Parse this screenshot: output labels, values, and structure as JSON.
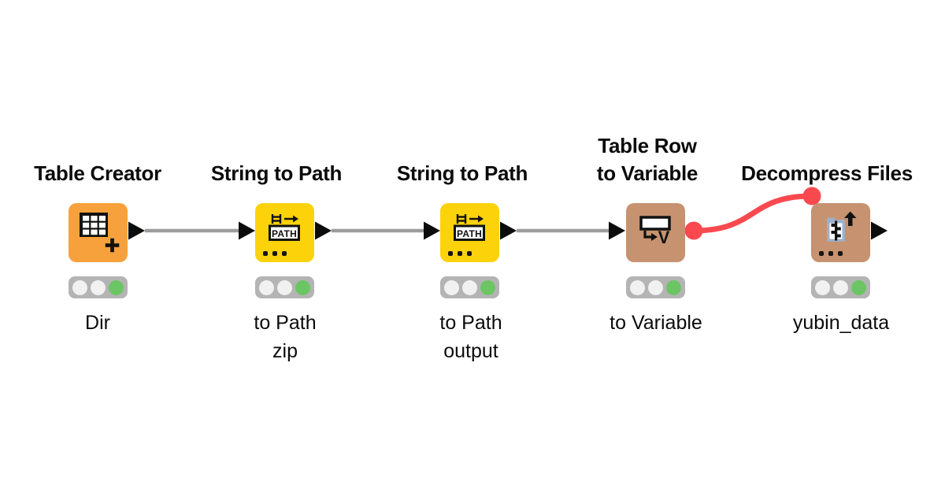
{
  "app": {
    "name": "KNIME workflow",
    "background": "#FFFFFF"
  },
  "colors": {
    "source_node": "#F7A13C",
    "manipulator_node": "#FCD20A",
    "tan_node": "#C6926F",
    "data_connection_line": "#9C9C9C",
    "port_triangle": "#0C0C0C",
    "flow_variable_connection": "#F9494F",
    "status_executed_green": "#6CC564",
    "status_idle_light": "#F1F1F1",
    "traffic_light_background": "#B4B4B4",
    "text": "#0B0B0B"
  },
  "nodes": [
    {
      "title_lines": [
        "Table Creator"
      ],
      "label_lines": [
        "Dir"
      ],
      "status": "executed"
    },
    {
      "title_lines": [
        "String to Path"
      ],
      "label_lines": [
        "to Path",
        "zip"
      ],
      "icon_text": "PATH",
      "status": "executed"
    },
    {
      "title_lines": [
        "String to Path"
      ],
      "label_lines": [
        "to Path",
        "output"
      ],
      "icon_text": "PATH",
      "status": "executed"
    },
    {
      "title_lines": [
        "Table Row",
        "to Variable"
      ],
      "label_lines": [
        "to Variable"
      ],
      "icon_text": "V",
      "status": "executed"
    },
    {
      "title_lines": [
        "Decompress Files"
      ],
      "label_lines": [
        "yubin_data"
      ],
      "status": "executed"
    }
  ],
  "connections": [
    {
      "from": "Table Creator",
      "to": "String to Path (zip)",
      "type": "data"
    },
    {
      "from": "String to Path (zip)",
      "to": "String to Path (output)",
      "type": "data"
    },
    {
      "from": "String to Path (output)",
      "to": "Table Row to Variable",
      "type": "data"
    },
    {
      "from": "Table Row to Variable",
      "to": "Decompress Files",
      "type": "flow-variable"
    }
  ]
}
